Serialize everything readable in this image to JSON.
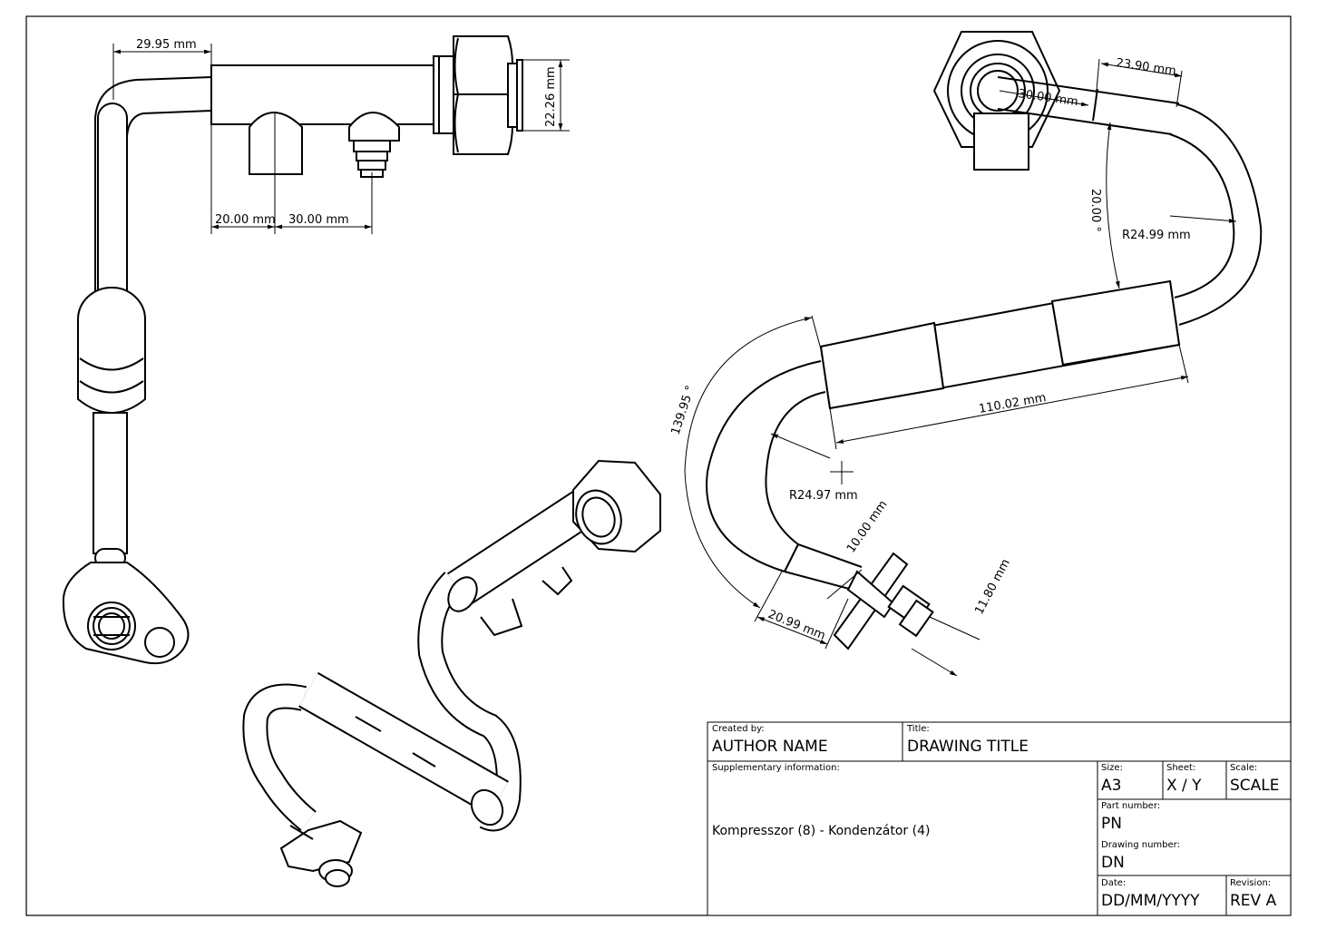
{
  "dimensions": {
    "top_length": "29.95 mm",
    "top_height": "22.26 mm",
    "top_offset_1": "20.00 mm",
    "top_offset_2": "30.00 mm",
    "right_length": "23.90 mm",
    "right_length_2": "30.00 mm",
    "right_angle": "20.00 °",
    "right_radius": "R24.99 mm",
    "mid_length": "110.02 mm",
    "mid_angle": "139.95 °",
    "mid_radius": "R24.97 mm",
    "end_length_1": "10.00 mm",
    "end_length_2": "11.80 mm",
    "end_length_3": "20.99 mm"
  },
  "title_block": {
    "created_by_label": "Created by:",
    "created_by": "AUTHOR NAME",
    "title_label": "Title:",
    "title": "DRAWING TITLE",
    "supp_label": "Supplementary information:",
    "supp": "Kompresszor (8) - Kondenzátor (4)",
    "size_label": "Size:",
    "size": "A3",
    "sheet_label": "Sheet:",
    "sheet": "X / Y",
    "scale_label": "Scale:",
    "scale": "SCALE",
    "part_label": "Part number:",
    "part": "PN",
    "drawing_label": "Drawing number:",
    "drawing": "DN",
    "date_label": "Date:",
    "date": "DD/MM/YYYY",
    "revision_label": "Revision:",
    "revision": "REV A"
  }
}
